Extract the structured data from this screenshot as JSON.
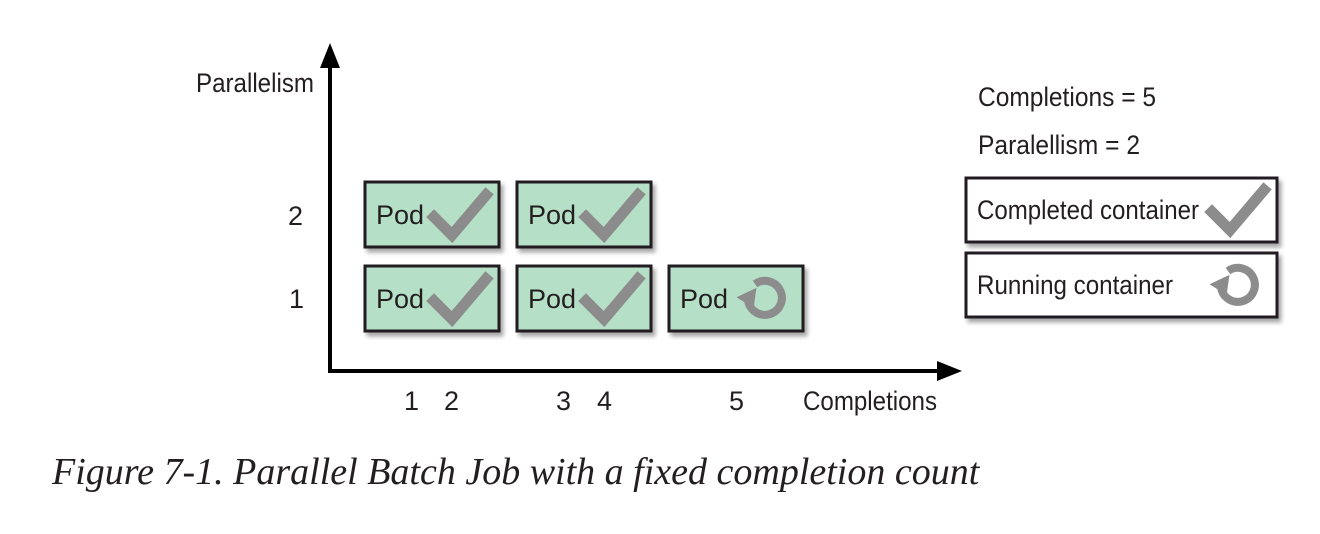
{
  "axes": {
    "y_title": "Parallelism",
    "x_title": "Completions",
    "y_ticks": [
      "2",
      "1"
    ],
    "x_ticks": [
      "1",
      "2",
      "3",
      "4",
      "5"
    ]
  },
  "pods": [
    {
      "label": "Pod",
      "row": 2,
      "slot": 1,
      "status": "completed",
      "icon": "check-icon"
    },
    {
      "label": "Pod",
      "row": 2,
      "slot": 2,
      "status": "completed",
      "icon": "check-icon"
    },
    {
      "label": "Pod",
      "row": 1,
      "slot": 1,
      "status": "completed",
      "icon": "check-icon"
    },
    {
      "label": "Pod",
      "row": 1,
      "slot": 2,
      "status": "completed",
      "icon": "check-icon"
    },
    {
      "label": "Pod",
      "row": 1,
      "slot": 3,
      "status": "running",
      "icon": "refresh-icon"
    }
  ],
  "info": {
    "completions": "Completions = 5",
    "parallelism": "Paralellism = 2"
  },
  "legend": {
    "completed": {
      "label": "Completed container",
      "icon": "check-icon"
    },
    "running": {
      "label": "Running container",
      "icon": "refresh-icon"
    }
  },
  "caption": "Figure 7-1. Parallel Batch Job with a fixed completion count",
  "colors": {
    "pod_fill": "#b5dfc6",
    "icon_gray": "#8c8c8c",
    "stroke": "#231f20"
  }
}
